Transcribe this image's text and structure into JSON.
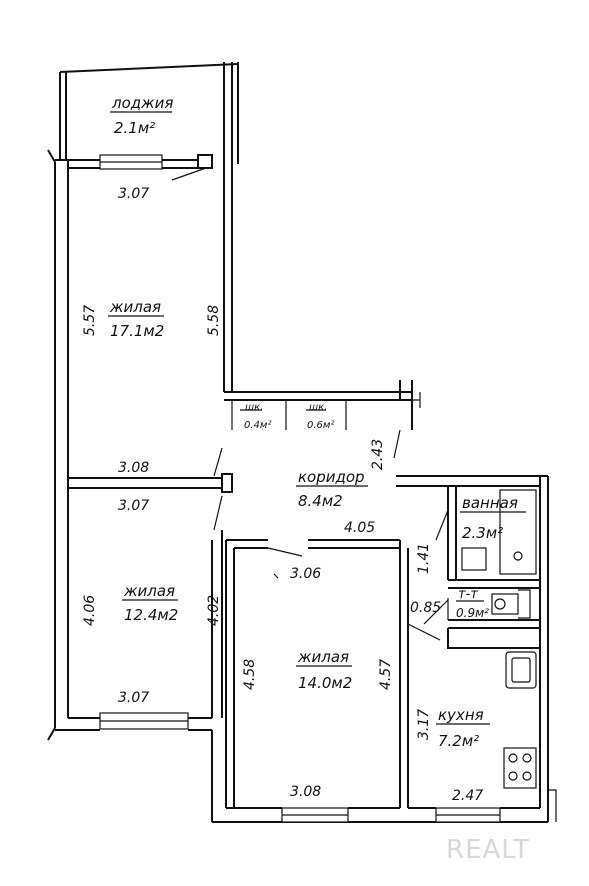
{
  "rooms": {
    "loggia": {
      "name": "лоджия",
      "area": "2.1м²"
    },
    "room1": {
      "name": "жилая",
      "area": "17.1м2"
    },
    "closet1": {
      "name": "шк.",
      "area": "0.4м²"
    },
    "closet2": {
      "name": "шк.",
      "area": "0.6м²"
    },
    "corridor": {
      "name": "коридор",
      "area": "8.4м2"
    },
    "room2": {
      "name": "жилая",
      "area": "12.4м2"
    },
    "room3": {
      "name": "жилая",
      "area": "14.0м2"
    },
    "bathroom": {
      "name": "ванная",
      "area": "2.3м²"
    },
    "toilet": {
      "name": "т-т",
      "area": "0.9м²"
    },
    "kitchen": {
      "name": "кухня",
      "area": "7.2м²"
    }
  },
  "dimensions": {
    "room1_top": "3.07",
    "room1_left": "5.57",
    "room1_right": "5.58",
    "room1_bottom": "3.08",
    "corridor_height": "2.43",
    "corridor_width": "4.05",
    "room2_top": "3.07",
    "room2_left": "4.06",
    "room2_right": "4.02",
    "room2_bottom": "3.07",
    "room3_top": "3.06",
    "room3_left": "4.58",
    "room3_right": "4.57",
    "room3_bottom": "3.08",
    "bath_height": "1.41",
    "toilet_width": "0.85",
    "kitchen_height": "3.17",
    "kitchen_width": "2.47"
  },
  "watermark": "REALT"
}
